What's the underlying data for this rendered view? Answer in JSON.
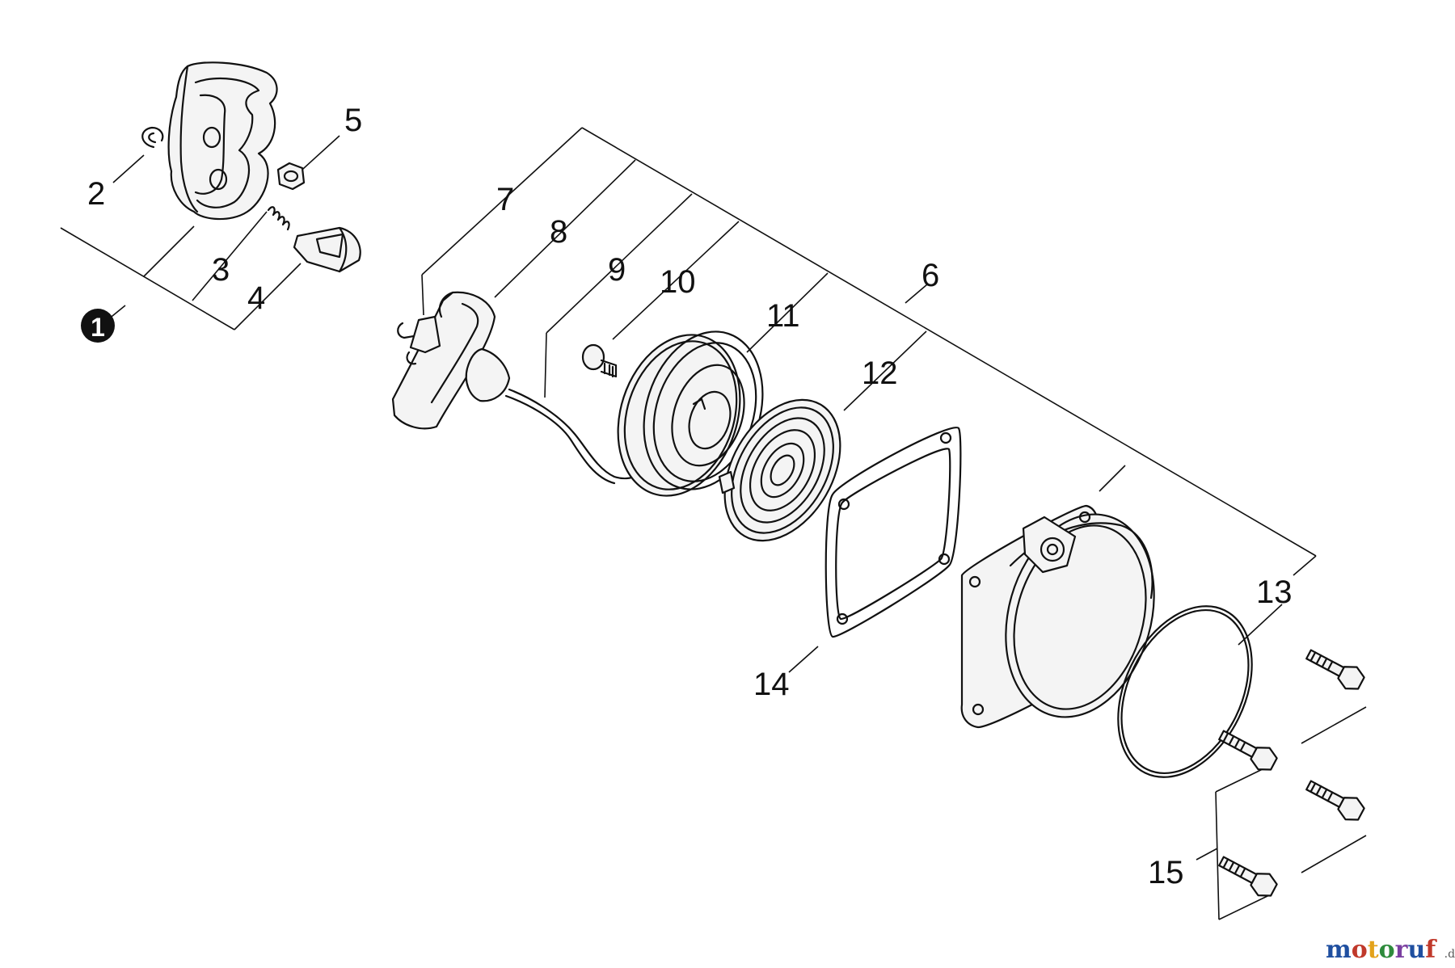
{
  "diagram": {
    "callout_1": "1",
    "labels": {
      "p2": "2",
      "p3": "3",
      "p4": "4",
      "p5": "5",
      "p6": "6",
      "p7": "7",
      "p8": "8",
      "p9": "9",
      "p10": "10",
      "p11": "11",
      "p12": "12",
      "p13": "13",
      "p14": "14",
      "p15": "15"
    }
  },
  "watermark": {
    "brand": "motoruf",
    "suffix": ".de",
    "colors": [
      "#1f4fa0",
      "#c0392b",
      "#e3a21a",
      "#2e8b3c",
      "#7a3fa0",
      "#1f4fa0",
      "#c0392b"
    ]
  }
}
